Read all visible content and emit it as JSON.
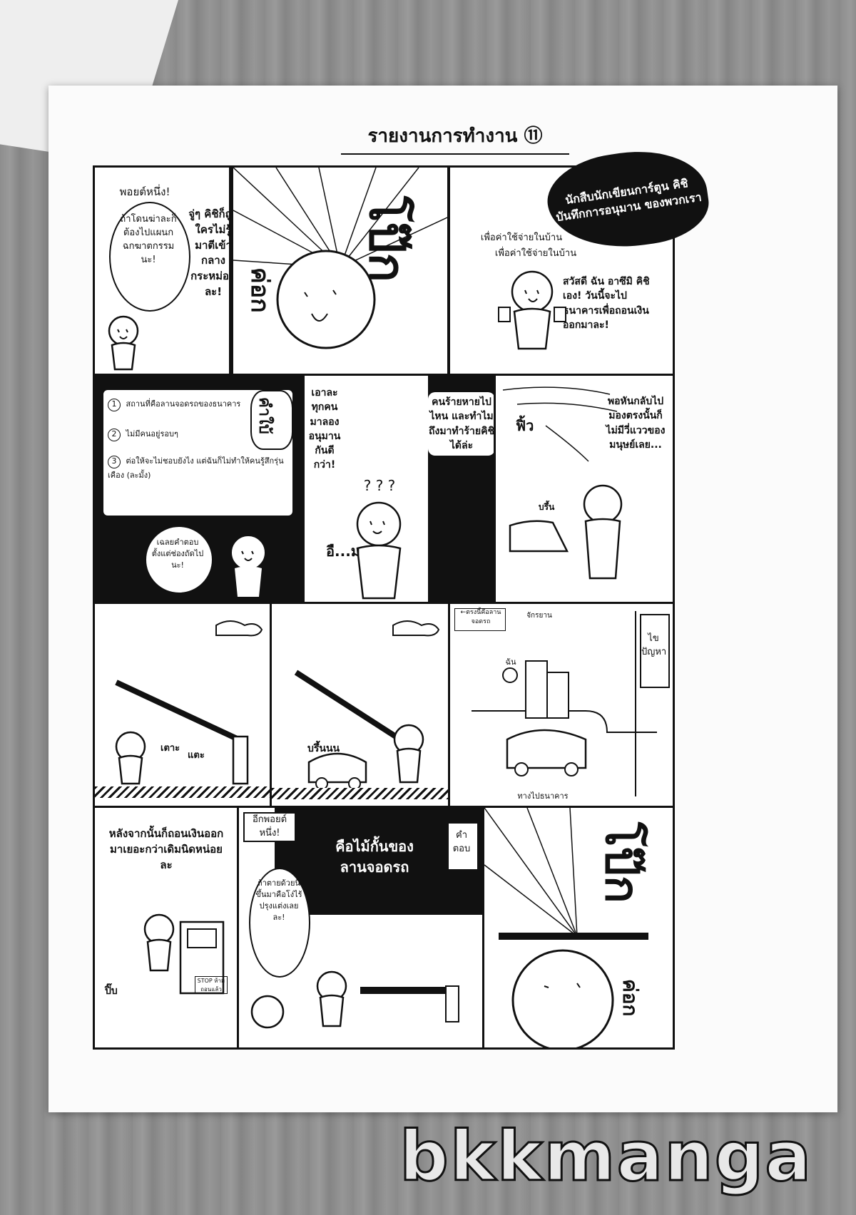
{
  "page": {
    "title": "รายงานการทำงาน ⑪"
  },
  "stamp": {
    "text": "นักสืบนักเขียนการ์ตูน คิชิ บันทึกการอนุมาน ของพวกเรา"
  },
  "panels": {
    "p1": {
      "label": "พอยต์หนึ่ง!",
      "bubble": "ถ้าโดนฆ่าละก็ต้องไปแผนกฉกฆาตกรรมนะ!",
      "narration": "จู่ๆ คิชิก็ถูกใครไม่รู้มาตีเข้ากลางกระหม่อมละ!"
    },
    "p2": {
      "sfx_big": "โป๊ก",
      "sfx_small": "ค่อก"
    },
    "p3": {
      "line1": "เพื่อค่าใช้จ่ายในบ้าน",
      "line2": "เพื่อค่าใช้จ่ายในบ้าน",
      "speech": "สวัสดี ฉัน อาซึมิ คิชิเอง! วันนี้จะไปธนาคารเพื่อถอนเงินออกมาละ!"
    },
    "p4": {
      "clues": [
        {
          "num": "1",
          "text": "สถานที่คือลานจอดรถของธนาคาร"
        },
        {
          "num": "2",
          "text": "ไม่มีคนอยู่รอบๆ"
        },
        {
          "num": "3",
          "text": "ต่อให้จะไม่ชอบยังไง แต่ฉันก็ไม่ทำให้คนรู้สึกรุ่นเคือง (ละมั้ง)"
        }
      ],
      "sfx": "คำใบ้",
      "bubble": "เฉลยคำตอบตั้งแต่ช่องถัดไปนะ!"
    },
    "p5": {
      "speech": "เอาละ ทุกคนมาลองอนุมานกันดีกว่า!",
      "qmarks": "? ? ?",
      "sfx": "อื...ม"
    },
    "p6": {
      "speech": "คนร้ายหายไปไหน และทำไมถึงมาทำร้ายคิชิได้ล่ะ"
    },
    "p7": {
      "sfx_wind": "ฟิ้ว",
      "sfx_car": "บรึ้น",
      "speech": "พอหันกลับไปมองตรงนั้นก็ไม่มีวี่แววของมนุษย์เลย..."
    },
    "p8": {
      "sfx1": "เตาะ",
      "sfx2": "แตะ"
    },
    "p9": {
      "sfx": "บรึ้นนน"
    },
    "p10": {
      "label_left": "←ตรงนี้คือลานจอดรถ",
      "label_bike": "จักรยาน",
      "label_me": "ฉัน",
      "label_bottom": "ทางไปธนาคาร",
      "speech": "ไขปัญหา"
    },
    "p11": {
      "narration": "หลังจากนั้นก็ถอนเงินออกมาเยอะกว่าเดิมนิดหน่อยละ",
      "sfx": "ปิ๊บ",
      "sign": "STOP ห้ามถอนแล้ว"
    },
    "p12": {
      "label": "อีกพอยต์หนึ่ง!",
      "bubble": "ถ้าตายด้วยนี่ขึ้นมาคือโง่ไร้ปรุงแต่งเลยละ!",
      "answer_label": "คำตอบ",
      "answer": "คือไม้กั้นของลานจอดรถ"
    },
    "p13": {
      "sfx_big": "โป๊ก",
      "sfx_small": "ค่อก"
    }
  },
  "watermark": "bkkmanga"
}
